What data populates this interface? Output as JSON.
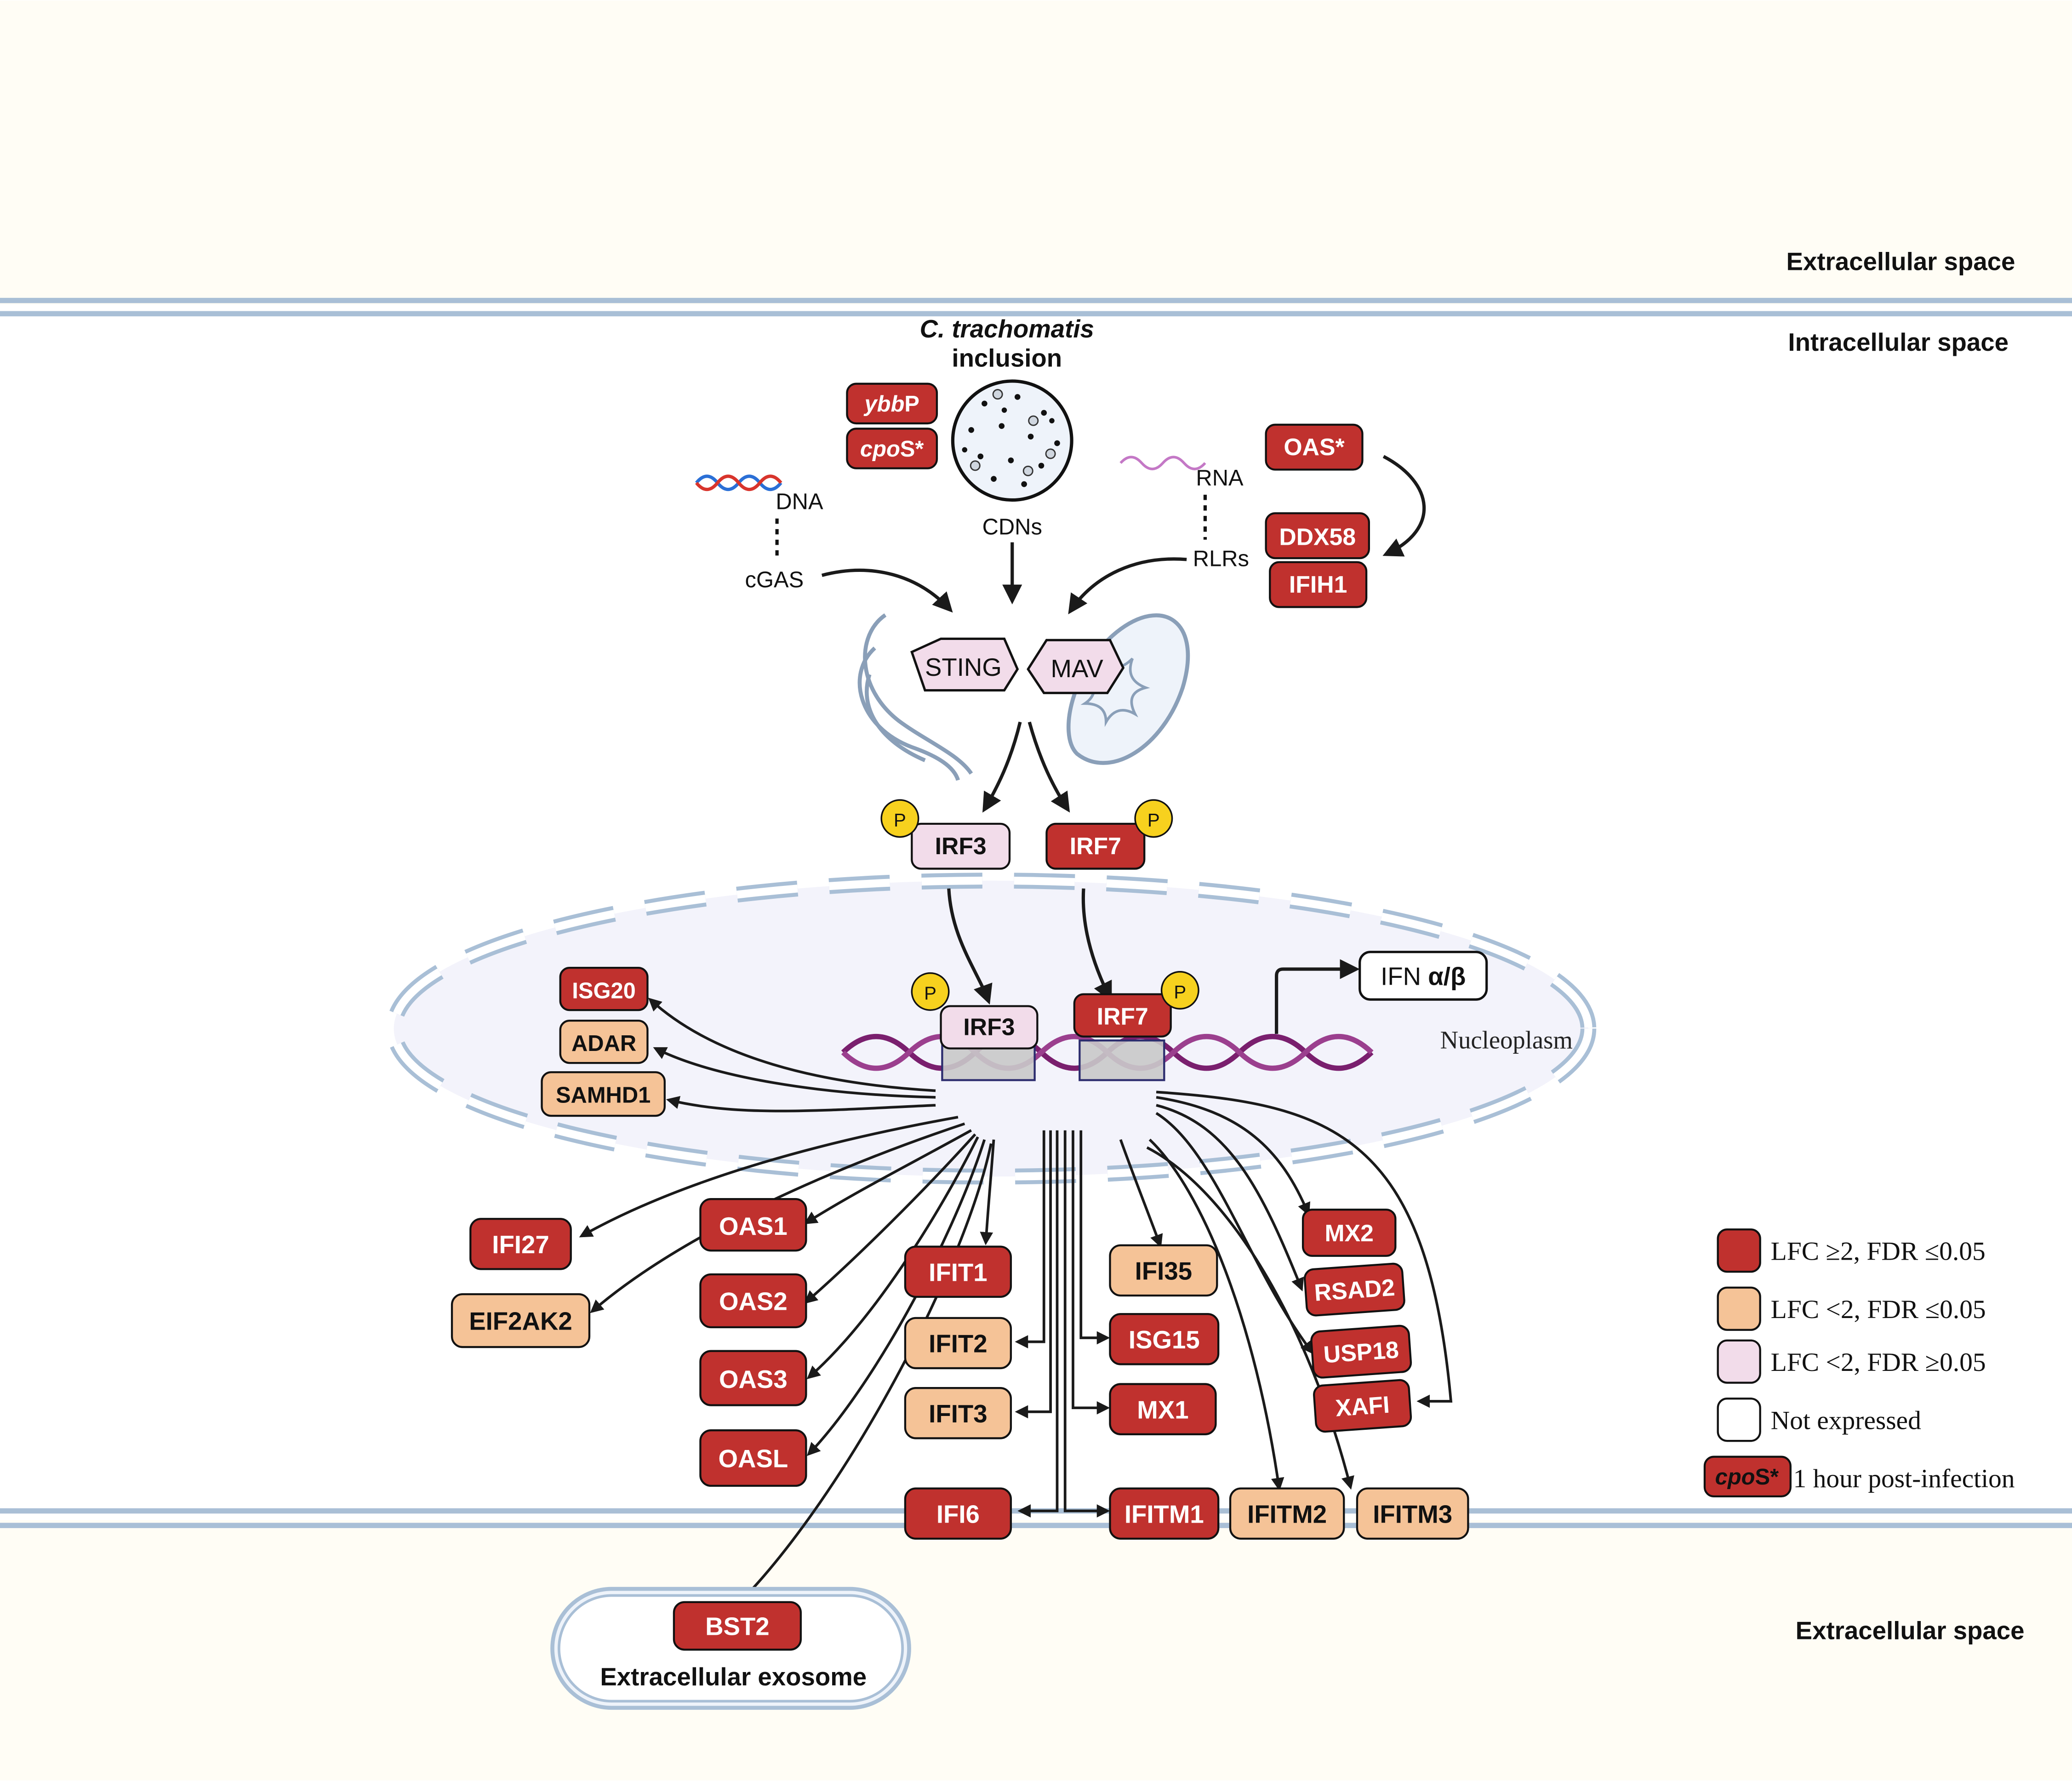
{
  "regions": {
    "extracellular_top": "Extracellular space",
    "intracellular": "Intracellular space",
    "extracellular_bottom": "Extracellular space",
    "nucleoplasm": "Nucleoplasm"
  },
  "inclusion": {
    "title_italic": "C. trachomatis",
    "title_rest": "inclusion",
    "cdns": "CDNs",
    "genes": [
      {
        "id": "ybbp",
        "italic": "ybb",
        "plain": "P",
        "status": "high"
      },
      {
        "id": "cpos",
        "italic": "cpo",
        "plain": "S*",
        "status": "high"
      }
    ]
  },
  "sensing": {
    "dna": "DNA",
    "cgas": "cGAS",
    "rna": "RNA",
    "rlrs": "RLRs"
  },
  "adaptors": {
    "sting": "STING",
    "mav": "MAV"
  },
  "phospho": "P",
  "nodes": {
    "oas_star": "OAS*",
    "ddx58": "DDX58",
    "ifih1": "IFIH1",
    "irf3": "IRF3",
    "irf7": "IRF7",
    "irf3_n": "IRF3",
    "irf7_n": "IRF7",
    "ifn": "IFN ",
    "ifn_bold": "α/β",
    "isg20": "ISG20",
    "adar": "ADAR",
    "samhd1": "SAMHD1",
    "ifi27": "IFI27",
    "eif2ak2": "EIF2AK2",
    "oas1": "OAS1",
    "oas2": "OAS2",
    "oas3": "OAS3",
    "oasl": "OASL",
    "ifit1": "IFIT1",
    "ifit2": "IFIT2",
    "ifit3": "IFIT3",
    "ifi35": "IFI35",
    "isg15": "ISG15",
    "mx1": "MX1",
    "mx2": "MX2",
    "rsad2": "RSAD2",
    "usp18": "USP18",
    "xafi": "XAFI",
    "ifi6": "IFI6",
    "ifitm1": "IFITM1",
    "ifitm2": "IFITM2",
    "ifitm3": "IFITM3",
    "bst2": "BST2"
  },
  "exosome": "Extracellular exosome",
  "legend": [
    {
      "key": "high",
      "label": "LFC ≥2, FDR ≤0.05"
    },
    {
      "key": "low",
      "label": "LFC <2, FDR ≤0.05"
    },
    {
      "key": "ns",
      "label": "LFC <2, FDR ≥0.05"
    },
    {
      "key": "none",
      "label": "Not expressed"
    },
    {
      "key": "cpos",
      "italic": "cpo",
      "plain": "S*",
      "label": "1 hour post-infection"
    }
  ],
  "colors": {
    "high": "#c0312e",
    "low": "#f5c397",
    "ns": "#f2dcea",
    "none": "#ffffff",
    "background": "#fffdf5",
    "membrane": "#a9bfd6",
    "phospho": "#f7d11e"
  }
}
